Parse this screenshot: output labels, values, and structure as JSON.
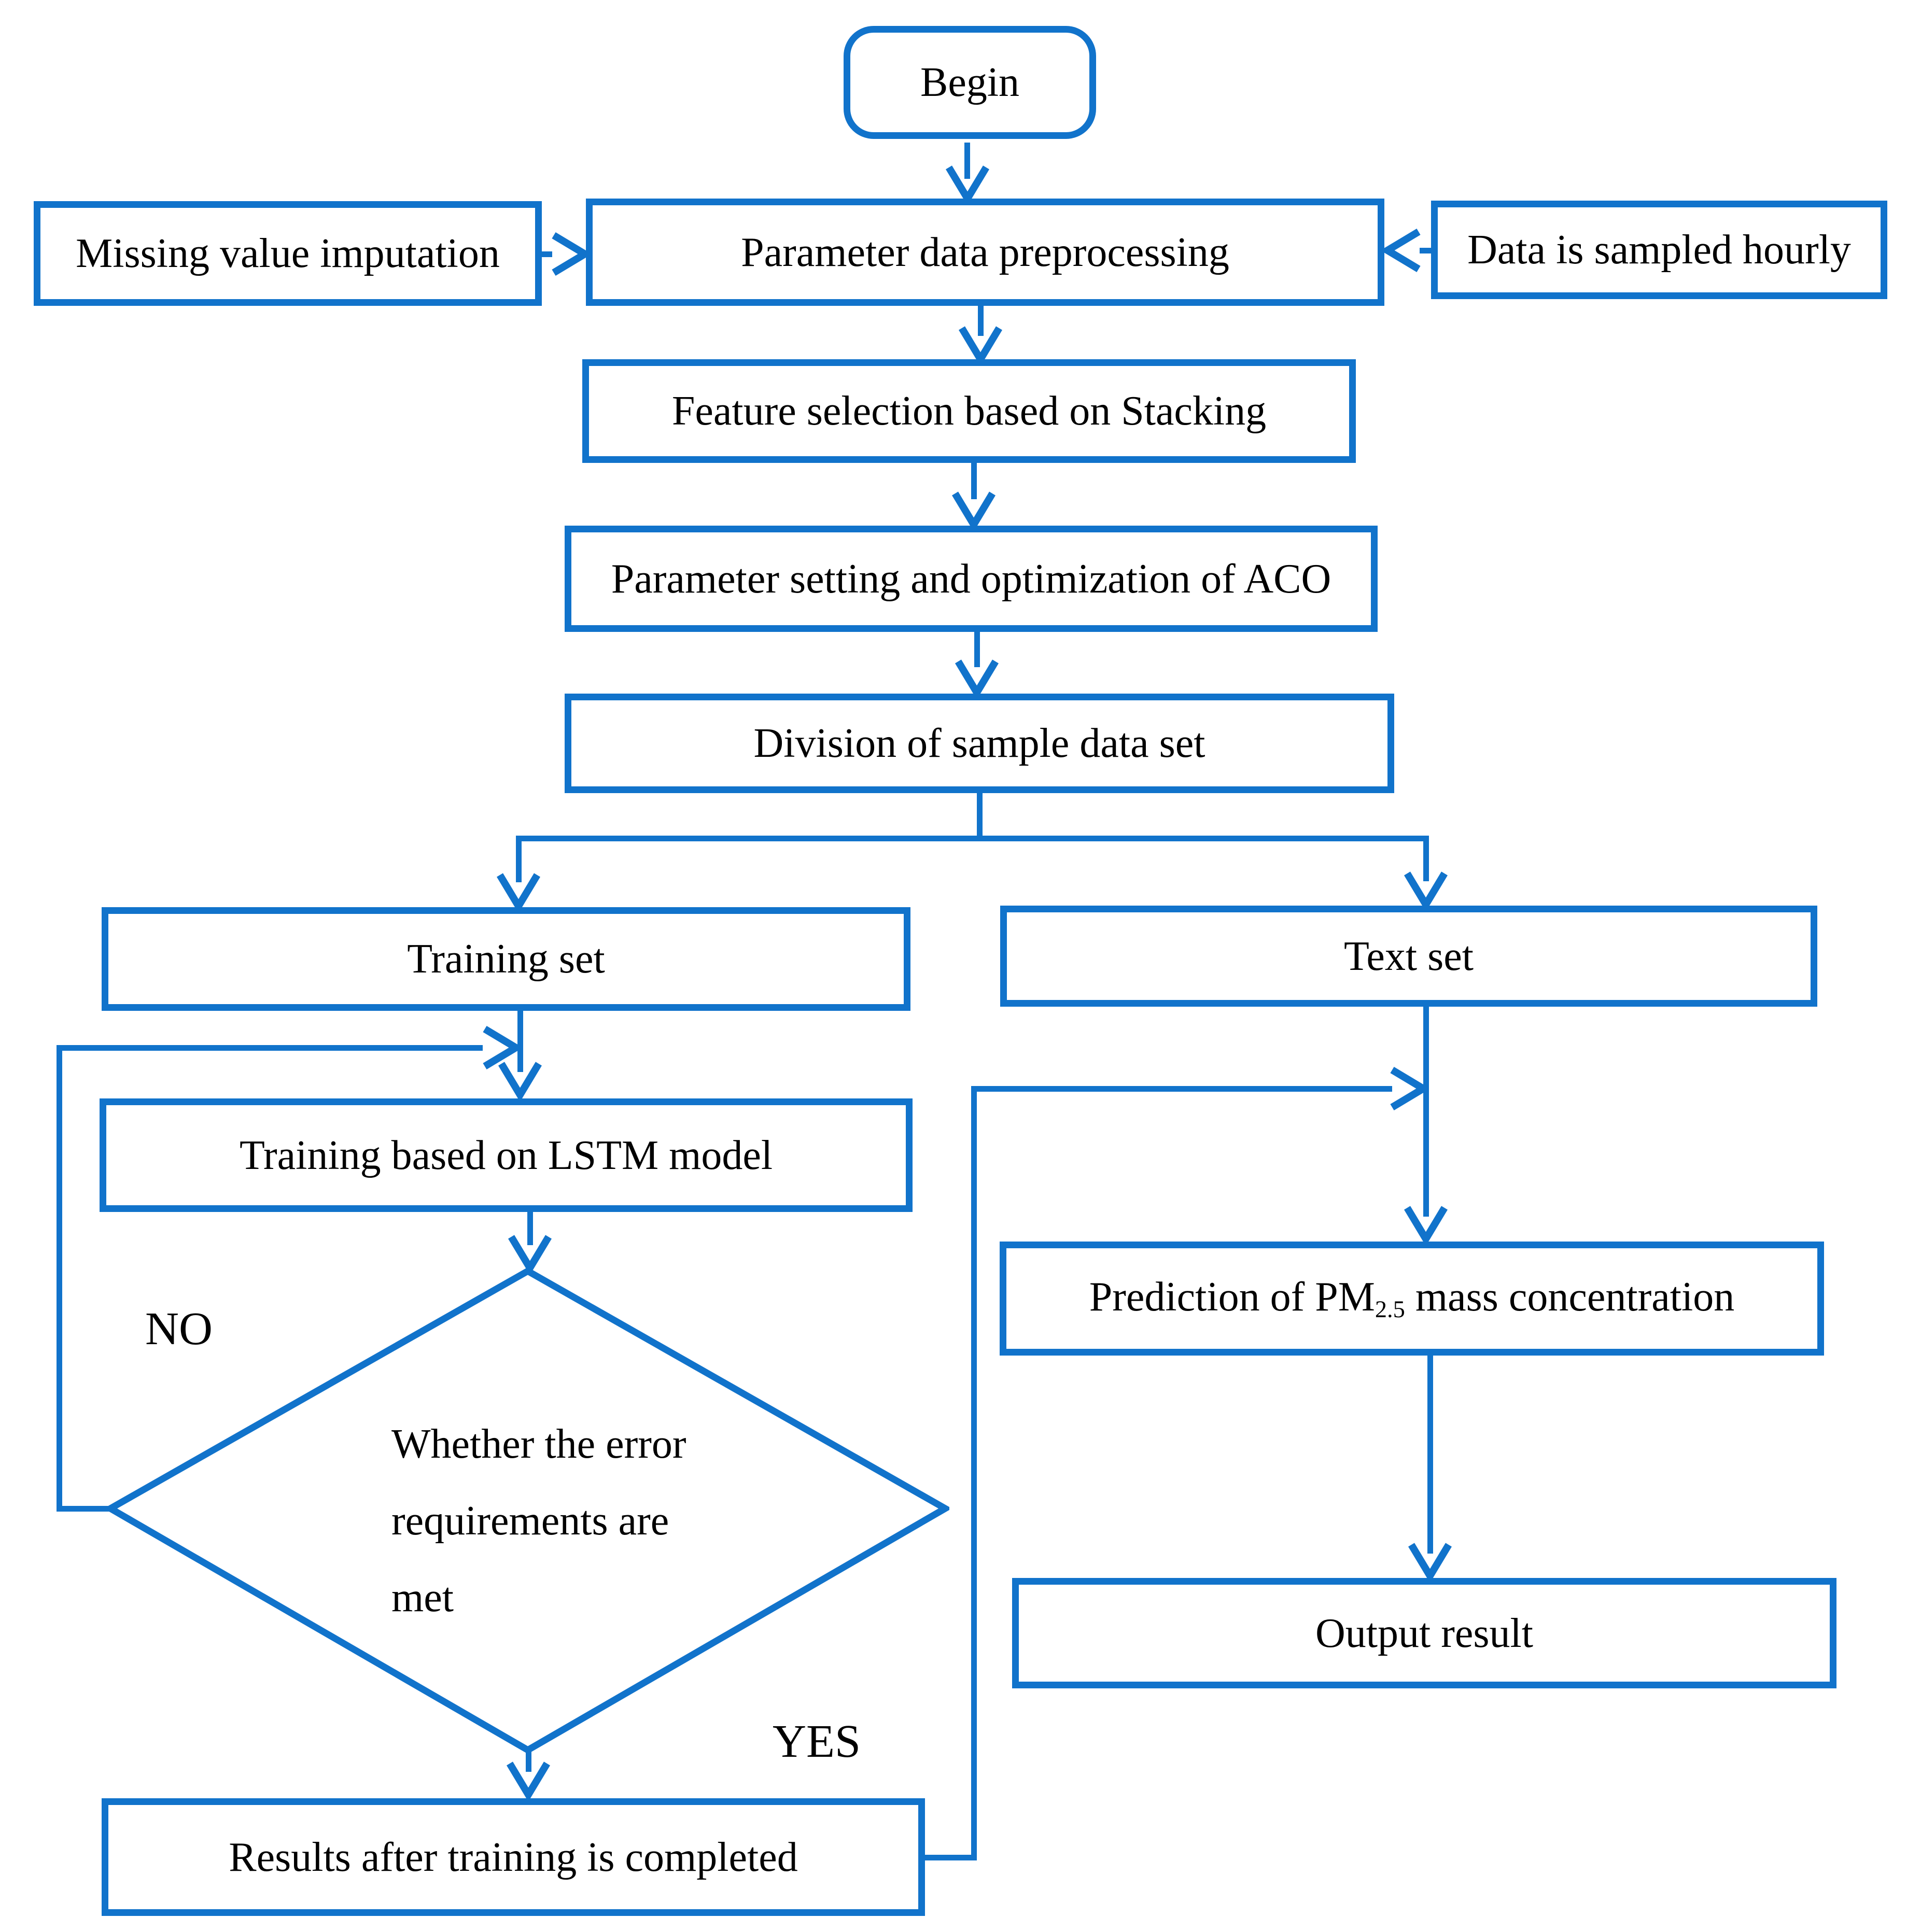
{
  "diagram": {
    "title": "ACO-LSTM PM2.5 prediction flowchart",
    "colors": {
      "line": "#1173CB",
      "text": "#000000",
      "background": "#ffffff"
    },
    "nodes": {
      "begin": {
        "label": "Begin"
      },
      "missing": {
        "label": "Missing value imputation"
      },
      "preprocess": {
        "label": "Parameter data preprocessing"
      },
      "sampled": {
        "label": "Data is sampled hourly"
      },
      "feature": {
        "label": "Feature selection based on Stacking"
      },
      "aco": {
        "label": "Parameter setting and optimization of ACO"
      },
      "division": {
        "label": "Division of sample data set"
      },
      "training_set": {
        "label": "Training set"
      },
      "text_set": {
        "label": "Text set"
      },
      "lstm": {
        "label": "Training based on LSTM model"
      },
      "decision": {
        "label_lines": [
          "Whether the error",
          "requirements are",
          "met"
        ]
      },
      "results": {
        "label": "Results after training is completed"
      },
      "prediction": {
        "label_pre": "Prediction of PM",
        "label_sub": "2.5",
        "label_post": " mass concentration"
      },
      "output": {
        "label": "Output result"
      }
    },
    "edge_labels": {
      "no": "NO",
      "yes": "YES"
    }
  }
}
